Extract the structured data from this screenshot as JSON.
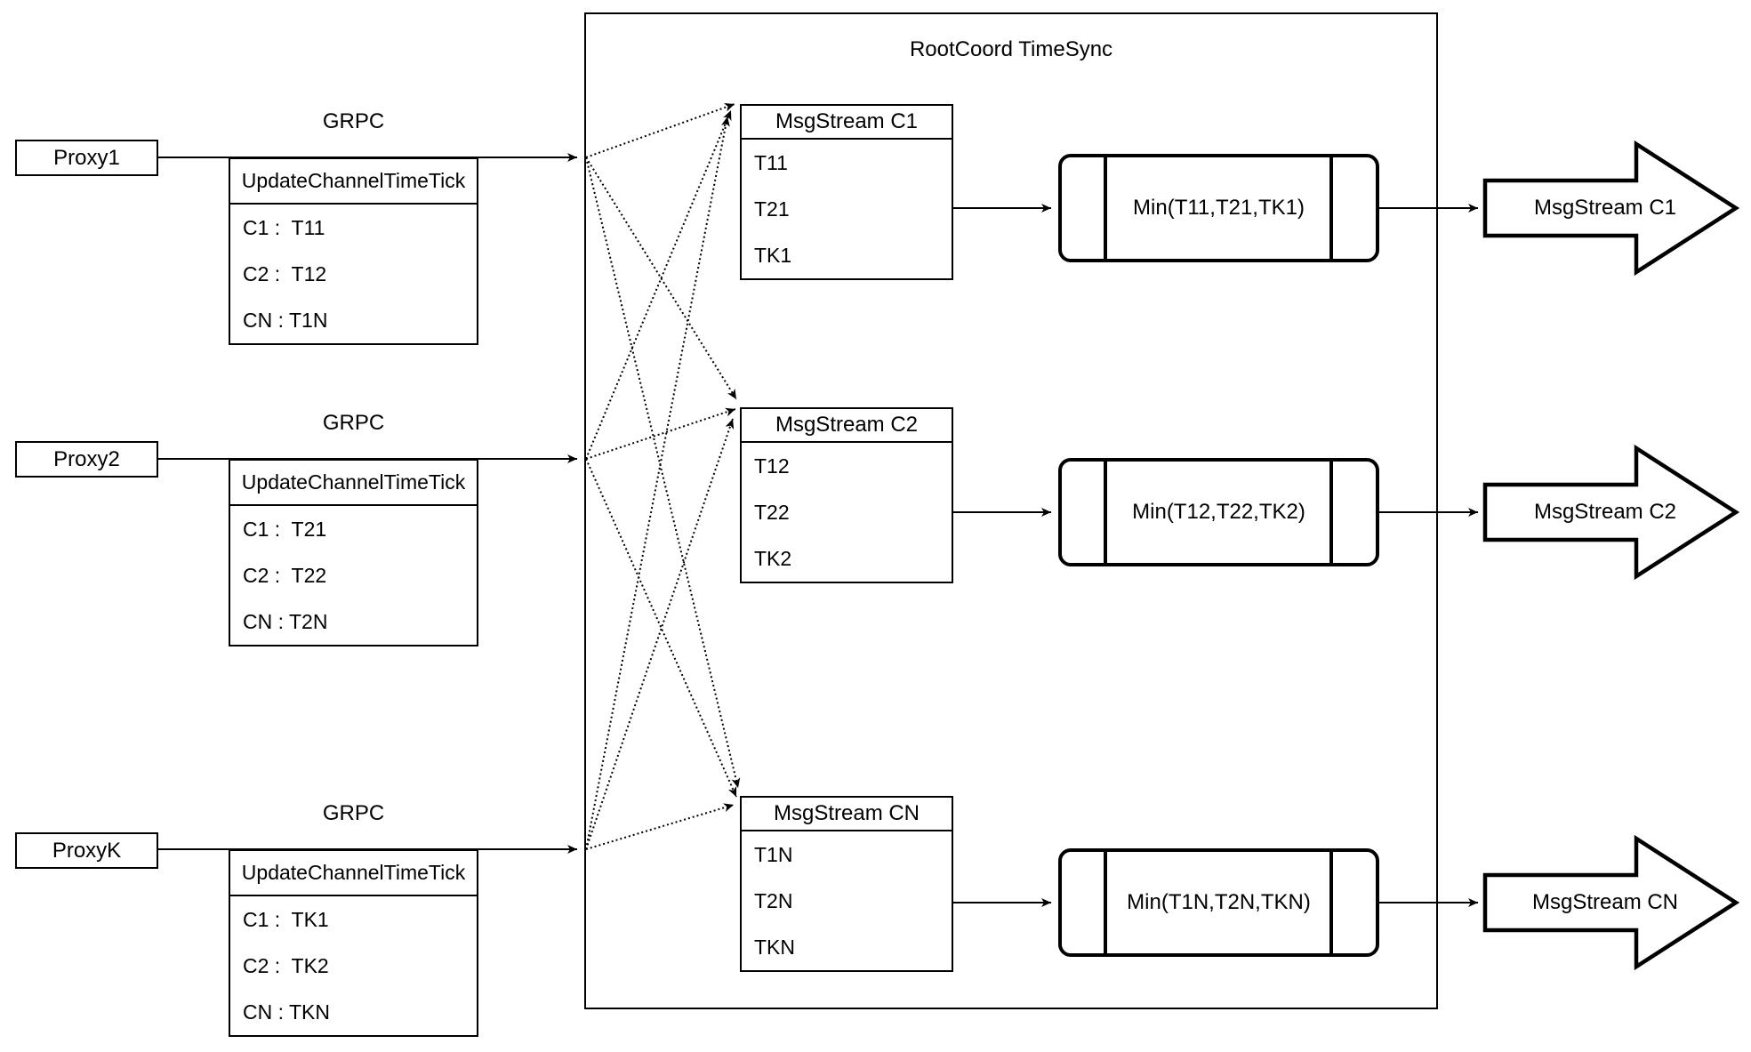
{
  "diagram": {
    "title": "RootCoord TimeSync",
    "grpc_label": "GRPC",
    "proxies": [
      {
        "name": "Proxy1",
        "table_header": "UpdateChannelTimeTick",
        "rows": [
          "C1 :  T11",
          "C2 :  T12",
          "CN : T1N"
        ]
      },
      {
        "name": "Proxy2",
        "table_header": "UpdateChannelTimeTick",
        "rows": [
          "C1 :  T21",
          "C2 :  T22",
          "CN : T2N"
        ]
      },
      {
        "name": "ProxyK",
        "table_header": "UpdateChannelTimeTick",
        "rows": [
          "C1 :  TK1",
          "C2 :  TK2",
          "CN : TKN"
        ]
      }
    ],
    "streams": [
      {
        "header": "MsgStream C1",
        "rows": [
          "T11",
          "T21",
          "TK1"
        ],
        "min_label": "Min(T11,T21,TK1)",
        "out_label": "MsgStream C1"
      },
      {
        "header": "MsgStream C2",
        "rows": [
          "T12",
          "T22",
          "TK2"
        ],
        "min_label": "Min(T12,T22,TK2)",
        "out_label": "MsgStream C2"
      },
      {
        "header": "MsgStream CN",
        "rows": [
          "T1N",
          "T2N",
          "TKN"
        ],
        "min_label": "Min(T1N,T2N,TKN)",
        "out_label": "MsgStream CN"
      }
    ],
    "colors": {
      "stroke": "#000000",
      "background": "#ffffff"
    }
  }
}
